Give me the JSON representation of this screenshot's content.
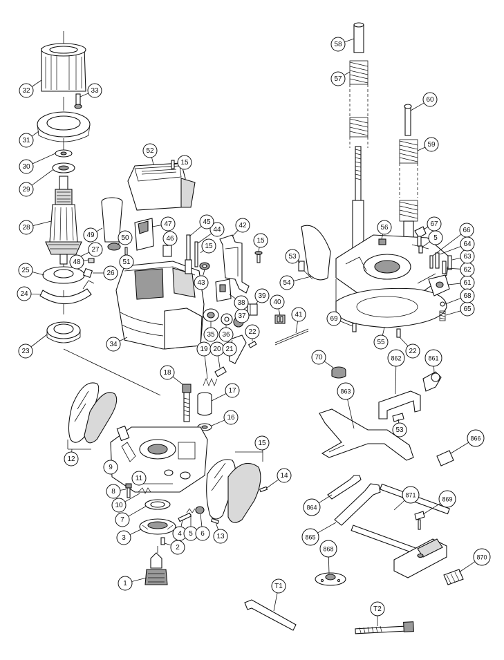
{
  "callouts": [
    {
      "label": "1"
    },
    {
      "label": "2"
    },
    {
      "label": "3"
    },
    {
      "label": "4"
    },
    {
      "label": "5"
    },
    {
      "label": "6"
    },
    {
      "label": "7"
    },
    {
      "label": "8"
    },
    {
      "label": "9"
    },
    {
      "label": "10"
    },
    {
      "label": "11"
    },
    {
      "label": "12"
    },
    {
      "label": "13"
    },
    {
      "label": "14"
    },
    {
      "label": "15"
    },
    {
      "label": "15"
    },
    {
      "label": "15"
    },
    {
      "label": "15"
    },
    {
      "label": "16"
    },
    {
      "label": "17"
    },
    {
      "label": "18"
    },
    {
      "label": "19"
    },
    {
      "label": "20"
    },
    {
      "label": "21"
    },
    {
      "label": "22"
    },
    {
      "label": "22"
    },
    {
      "label": "23"
    },
    {
      "label": "24"
    },
    {
      "label": "25"
    },
    {
      "label": "26"
    },
    {
      "label": "27"
    },
    {
      "label": "28"
    },
    {
      "label": "29"
    },
    {
      "label": "30"
    },
    {
      "label": "31"
    },
    {
      "label": "32"
    },
    {
      "label": "33"
    },
    {
      "label": "34"
    },
    {
      "label": "35"
    },
    {
      "label": "36"
    },
    {
      "label": "37"
    },
    {
      "label": "38"
    },
    {
      "label": "39"
    },
    {
      "label": "40"
    },
    {
      "label": "41"
    },
    {
      "label": "42"
    },
    {
      "label": "43"
    },
    {
      "label": "44"
    },
    {
      "label": "45"
    },
    {
      "label": "46"
    },
    {
      "label": "47"
    },
    {
      "label": "48"
    },
    {
      "label": "49"
    },
    {
      "label": "50"
    },
    {
      "label": "51"
    },
    {
      "label": "52"
    },
    {
      "label": "53"
    },
    {
      "label": "53"
    },
    {
      "label": "54"
    },
    {
      "label": "55"
    },
    {
      "label": "56"
    },
    {
      "label": "57"
    },
    {
      "label": "58"
    },
    {
      "label": "59"
    },
    {
      "label": "60"
    },
    {
      "label": "61"
    },
    {
      "label": "62"
    },
    {
      "label": "63"
    },
    {
      "label": "64"
    },
    {
      "label": "65"
    },
    {
      "label": "66"
    },
    {
      "label": "67"
    },
    {
      "label": "68"
    },
    {
      "label": "69"
    },
    {
      "label": "70"
    },
    {
      "label": "5"
    },
    {
      "label": "861"
    },
    {
      "label": "862"
    },
    {
      "label": "863"
    },
    {
      "label": "864"
    },
    {
      "label": "865"
    },
    {
      "label": "866"
    },
    {
      "label": "868"
    },
    {
      "label": "869"
    },
    {
      "label": "870"
    },
    {
      "label": "871"
    },
    {
      "label": "T1"
    },
    {
      "label": "T2"
    }
  ]
}
